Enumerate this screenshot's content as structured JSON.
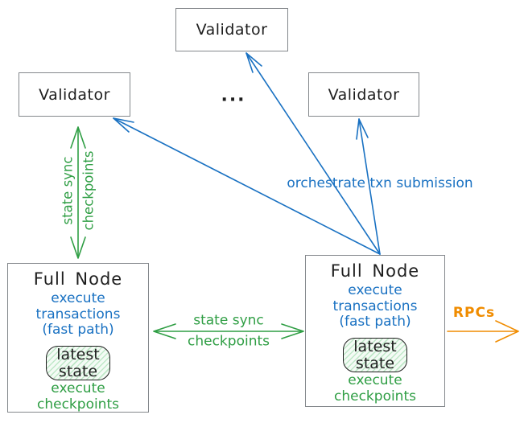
{
  "diagram": {
    "validators": {
      "top": "Validator",
      "left": "Validator",
      "right": "Validator",
      "ellipsis": "..."
    },
    "full_node_left": {
      "title": "Full Node",
      "blue_line1": "execute transactions",
      "blue_line2": "(fast path)",
      "state_line1": "latest",
      "state_line2": "state",
      "green_line": "execute checkpoints"
    },
    "full_node_right": {
      "title": "Full Node",
      "blue_line1": "execute transactions",
      "blue_line2": "(fast path)",
      "state_line1": "latest",
      "state_line2": "state",
      "green_line": "execute checkpoints"
    },
    "edges": {
      "state_sync_vertical": {
        "line1": "state sync",
        "line2": "checkpoints"
      },
      "state_sync_horizontal": {
        "line1": "state sync",
        "line2": "checkpoints"
      },
      "orchestrate": {
        "label": "orchestrate txn submission"
      },
      "rpcs": {
        "label": "RPCs"
      }
    }
  },
  "colors": {
    "green": "#2f9e44",
    "blue": "#1971c2",
    "orange": "#f08c00",
    "box_border": "#84888c",
    "text": "#1e1e1e",
    "state_hatch": "#bfe8c8",
    "state_bg": "#f4fbf5"
  }
}
